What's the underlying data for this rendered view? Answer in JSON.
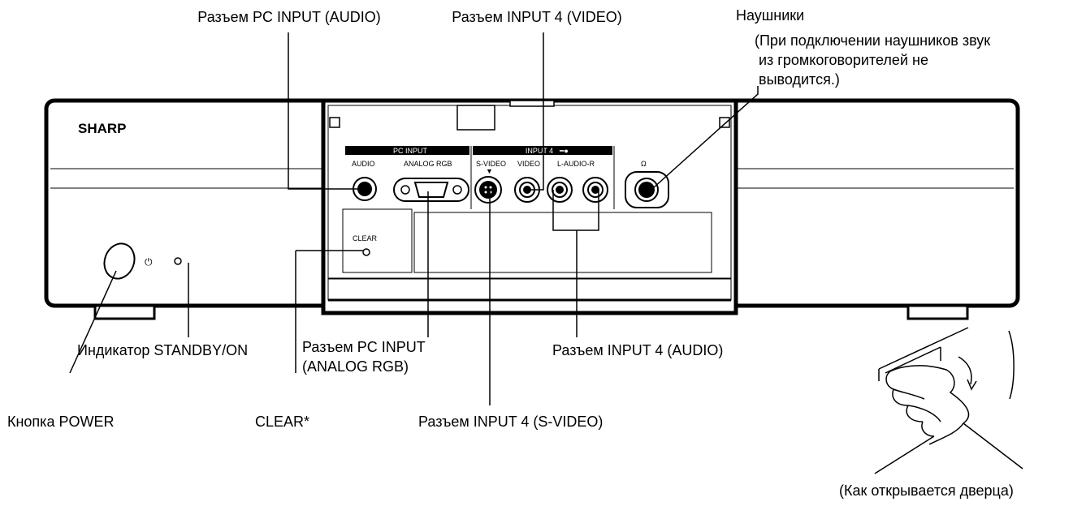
{
  "device": {
    "brand": "SHARP",
    "panel_pc_input": "PC INPUT",
    "panel_input4": "INPUT 4",
    "jack_audio": "AUDIO",
    "jack_analog_rgb": "ANALOG RGB",
    "jack_s_video": "S-VIDEO",
    "jack_video": "VIDEO",
    "jack_l_audio_r": "L-AUDIO-R",
    "clear_label": "CLEAR",
    "headphone_symbol": "Ω",
    "power_symbol": "⏻"
  },
  "callouts": {
    "pc_input_audio": "Разъем PC INPUT (AUDIO)",
    "input4_video": "Разъем INPUT 4 (VIDEO)",
    "headphones_title": "Наушники",
    "headphones_note_1": "(При подключении наушников звук",
    "headphones_note_2": "из громкоговорителей не",
    "headphones_note_3": "выводится.)",
    "standby_indicator": "Индикатор STANDBY/ON",
    "pc_input_rgb_1": "Разъем PC INPUT",
    "pc_input_rgb_2": "(ANALOG RGB)",
    "input4_audio": "Разъем INPUT 4 (AUDIO)",
    "power_button": "Кнопка POWER",
    "clear": "CLEAR*",
    "input4_svideo": "Разъем INPUT 4 (S-VIDEO)",
    "door_caption": "(Как открывается дверца)"
  }
}
